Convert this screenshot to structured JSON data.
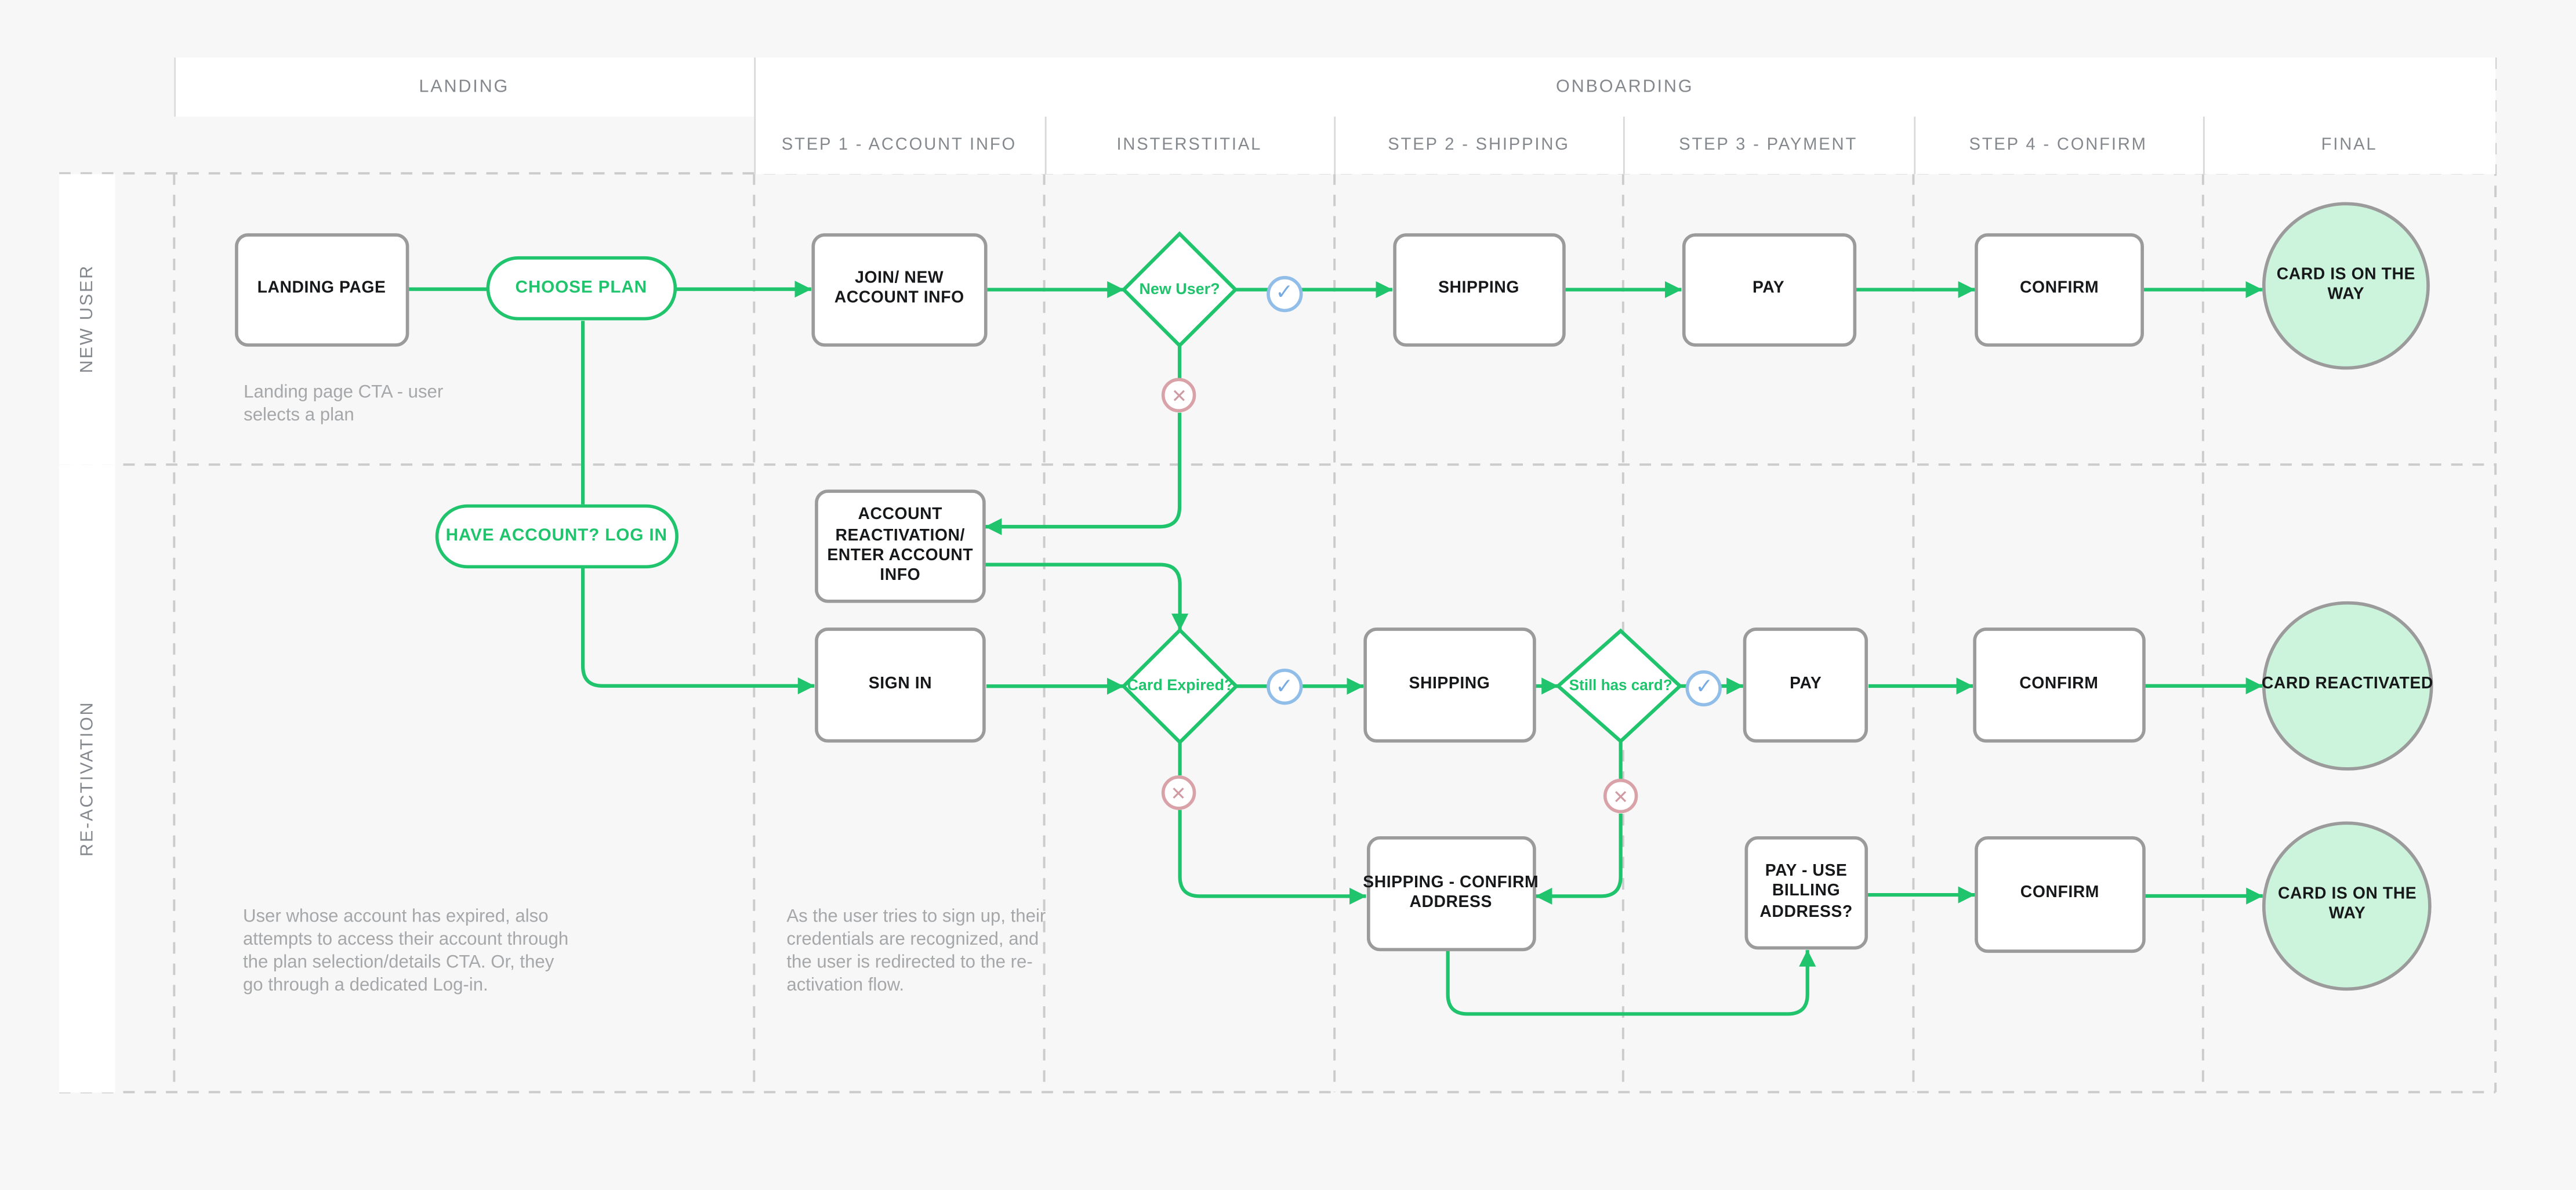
{
  "diagram": {
    "title_row": {
      "landing": "LANDING",
      "onboarding": "ONBOARDING"
    },
    "columns": [
      "STEP 1 - ACCOUNT INFO",
      "INSTERSTITIAL",
      "STEP 2 - SHIPPING",
      "STEP 3 - PAYMENT",
      "STEP 4 - CONFIRM",
      "FINAL"
    ],
    "lanes": [
      "NEW USER",
      "RE-ACTIVATION"
    ],
    "nodes": {
      "landing_page": "LANDING PAGE",
      "choose_plan": "CHOOSE PLAN",
      "join_new_account": "JOIN/ NEW\nACCOUNT INFO",
      "new_user_q": "New User?",
      "shipping_1": "SHIPPING",
      "pay_1": "PAY",
      "confirm_1": "CONFIRM",
      "card_on_the_way_1": "CARD IS ON THE\nWAY",
      "have_account_login": "HAVE ACCOUNT? LOG IN",
      "account_reactivation": "ACCOUNT\nREACTIVATION/\nENTER ACCOUNT\nINFO",
      "sign_in": "SIGN IN",
      "card_expired_q": "Card Expired?",
      "shipping_2": "SHIPPING",
      "still_has_card_q": "Still has card?",
      "pay_2": "PAY",
      "confirm_2": "CONFIRM",
      "card_reactivated": "CARD REACTIVATED",
      "shipping_confirm_address": "SHIPPING - CONFIRM\nADDRESS",
      "pay_use_billing": "PAY - USE\nBILLING\nADDRESS?",
      "confirm_3": "CONFIRM",
      "card_on_the_way_2": "CARD IS ON THE\nWAY"
    },
    "icons": {
      "yes": "✓",
      "no": "✕"
    },
    "annotations": {
      "landing_cta": "Landing page CTA - user\nselects a plan",
      "expired_user": "User whose account has expired, also\nattempts to access their account through\nthe plan selection/details CTA. Or, they\ngo through a dedicated Log-in.",
      "redirect_note": "As the user tries to sign up, their\ncredentials are recognized, and\nthe user is redirected to the re-\nactivation flow."
    },
    "colors": {
      "background": "#f7f7f8",
      "panel_white": "#ffffff",
      "flow_green": "#1fc46c",
      "final_mint": "#ccf4dc",
      "shape_border_gray": "#9b9b9b",
      "grid_dash_gray": "#cccccc",
      "node_text": "#17181a",
      "header_text": "#85898e",
      "note_text": "#a5a7a9",
      "yes_blue": "#77abe2",
      "yes_blue_border": "#91bde9",
      "no_red": "#d09aa2",
      "no_red_border": "#d9a2a8"
    }
  }
}
